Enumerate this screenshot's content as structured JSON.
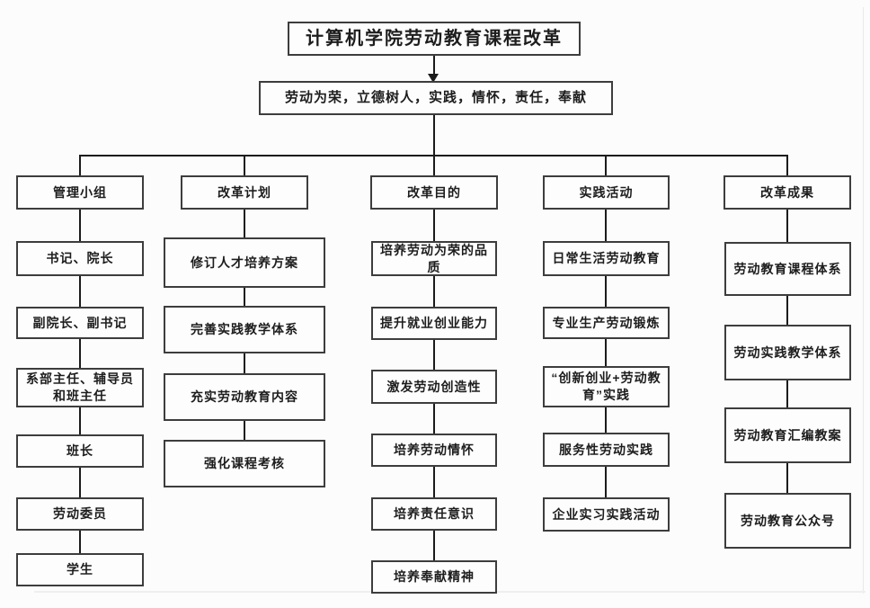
{
  "diagram": {
    "title": "计算机学院劳动教育课程改革",
    "motto": "劳动为荣，立德树人，实践，情怀，责任，奉献",
    "columns": [
      {
        "header": "管理小组",
        "items": [
          "书记、院长",
          "副院长、副书记",
          "系部主任、辅导员和班主任",
          "班长",
          "劳动委员",
          "学生"
        ]
      },
      {
        "header": "改革计划",
        "items": [
          "修订人才培养方案",
          "完善实践教学体系",
          "充实劳动教育内容",
          "强化课程考核"
        ]
      },
      {
        "header": "改革目的",
        "items": [
          "培养劳动为荣的品质",
          "提升就业创业能力",
          "激发劳动创造性",
          "培养劳动情怀",
          "培养责任意识",
          "培养奉献精神"
        ]
      },
      {
        "header": "实践活动",
        "items": [
          "日常生活劳动教育",
          "专业生产劳动锻炼",
          "“创新创业+劳动教育”实践",
          "服务性劳动实践",
          "企业实习实践活动"
        ]
      },
      {
        "header": "改革成果",
        "items": [
          "劳动教育课程体系",
          "劳动实践教学体系",
          "劳动教育汇编教案",
          "劳动教育公众号"
        ]
      }
    ]
  },
  "colors": {
    "background": "#fcfcfc",
    "box_border": "#3d3d3d",
    "connector": "#1b1b1b",
    "text": "#1d1d1d"
  }
}
